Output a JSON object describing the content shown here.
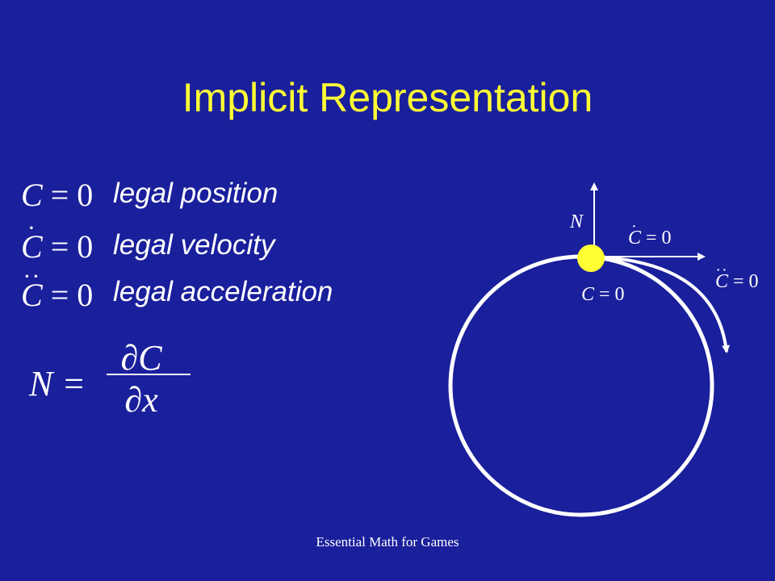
{
  "title": "Implicit Representation",
  "equations": [
    {
      "lhs": "C",
      "dots": "",
      "rhs": "= 0",
      "label": "legal position"
    },
    {
      "lhs": "C",
      "dots": "·",
      "rhs": "= 0",
      "label": "legal velocity"
    },
    {
      "lhs": "C",
      "dots": "··",
      "rhs": "= 0",
      "label": "legal acceleration"
    }
  ],
  "normal_formula": {
    "lhs": "N =",
    "numerator": "∂C",
    "denominator": "∂x"
  },
  "diagram": {
    "normal_label": "N",
    "velocity_label": {
      "var": "C",
      "dots": "·",
      "rhs": "= 0"
    },
    "acceleration_label": {
      "var": "C",
      "dots": "··",
      "rhs": "= 0"
    },
    "position_label": {
      "var": "C",
      "rhs": "= 0"
    }
  },
  "footer": "Essential Math for Games",
  "colors": {
    "background": "#1a1f9c",
    "title": "#ffff33",
    "point": "#ffff33",
    "text": "#ffffff"
  }
}
